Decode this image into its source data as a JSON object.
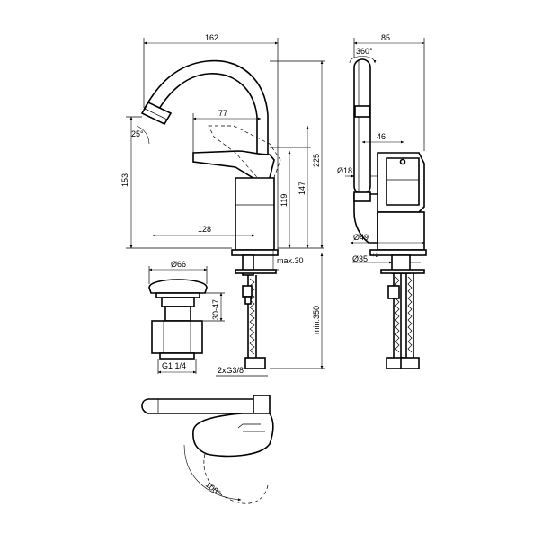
{
  "dimensions": {
    "total_width": "162",
    "side_width": "85",
    "rotation": "360°",
    "lever_reach": "77",
    "spout_angle": "25°",
    "total_height": "225",
    "spout_height": "153",
    "lever_height": "147",
    "body_height": "119",
    "base_reach": "128",
    "side_offset": "46",
    "hose_diameter": "Ø18",
    "body_diameter": "Ø49",
    "hole_diameter": "Ø35",
    "hole_tolerance": "+2",
    "deck_thickness": "max.30",
    "min_length": "min.350",
    "waste_diameter": "Ø66",
    "waste_height": "30-47",
    "waste_thread": "G1 1/4",
    "hose_thread": "2xG3/8",
    "lever_angle": "100°"
  }
}
